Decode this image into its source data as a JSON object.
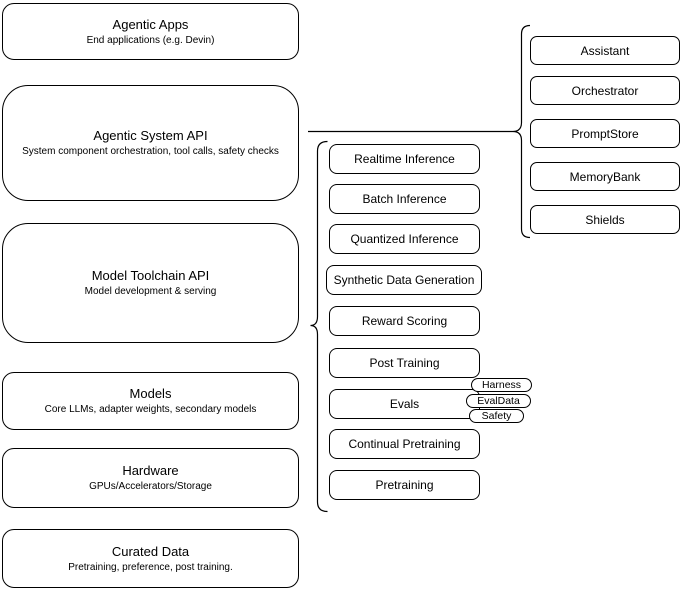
{
  "diagram": {
    "left_stack": [
      {
        "title": "Agentic Apps",
        "subtitle": "End applications (e.g. Devin)"
      },
      {
        "title": "Agentic System API",
        "subtitle": "System component orchestration, tool calls, safety checks"
      },
      {
        "title": "Model Toolchain API",
        "subtitle": "Model development & serving"
      },
      {
        "title": "Models",
        "subtitle": "Core LLMs, adapter weights, secondary models"
      },
      {
        "title": "Hardware",
        "subtitle": "GPUs/Accelerators/Storage"
      },
      {
        "title": "Curated Data",
        "subtitle": "Pretraining, preference, post training."
      }
    ],
    "toolchain_components": [
      "Realtime Inference",
      "Batch Inference",
      "Quantized Inference",
      "Synthetic Data Generation",
      "Reward Scoring",
      "Post Training",
      "Evals",
      "Continual Pretraining",
      "Pretraining"
    ],
    "evals_tags": [
      "Harness",
      "EvalData",
      "Safety"
    ],
    "system_components": [
      "Assistant",
      "Orchestrator",
      "PromptStore",
      "MemoryBank",
      "Shields"
    ],
    "colors": {
      "stroke": "#000000",
      "fill": "#ffffff",
      "text": "#000000",
      "background": "#ffffff"
    }
  }
}
